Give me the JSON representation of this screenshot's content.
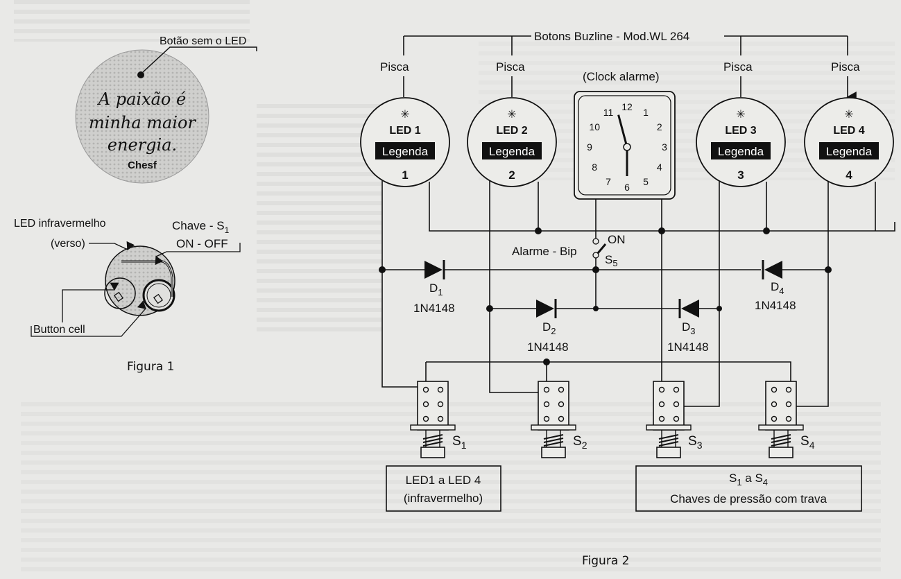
{
  "figure1": {
    "caption": "Figura 1",
    "front_button": {
      "label": "Botão sem o LED",
      "slogan_lines": [
        "A paixão é",
        "minha maior",
        "energia."
      ],
      "brand": "Chesf"
    },
    "back_button": {
      "led_label_line1": "LED infravermelho",
      "led_label_line2": "(verso)",
      "switch_label_line1": "Chave - S",
      "switch_label_sub": "1",
      "switch_label_line2": "ON - OFF",
      "cell_label": "Button cell"
    }
  },
  "figure2": {
    "caption": "Figura 2",
    "header_label": "Botons Buzline - Mod.WL 264",
    "clock_label": "(Clock alarme)",
    "clock_numbers": [
      "12",
      "1",
      "2",
      "3",
      "4",
      "5",
      "6",
      "7",
      "8",
      "9",
      "10",
      "11"
    ],
    "clock_time": {
      "hour": 11,
      "minute": 30
    },
    "leds": [
      {
        "pisca": "Pisca",
        "name": "LED 1",
        "legend": "Legenda",
        "number": "1"
      },
      {
        "pisca": "Pisca",
        "name": "LED 2",
        "legend": "Legenda",
        "number": "2"
      },
      {
        "pisca": "Pisca",
        "name": "LED 3",
        "legend": "Legenda",
        "number": "3"
      },
      {
        "pisca": "Pisca",
        "name": "LED 4",
        "legend": "Legenda",
        "number": "4"
      }
    ],
    "alarm_switch": {
      "label": "Alarme - Bip",
      "state": "ON",
      "name": "S",
      "sub": "5"
    },
    "diodes": [
      {
        "name": "D",
        "sub": "1",
        "part": "1N4148"
      },
      {
        "name": "D",
        "sub": "2",
        "part": "1N4148"
      },
      {
        "name": "D",
        "sub": "3",
        "part": "1N4148"
      },
      {
        "name": "D",
        "sub": "4",
        "part": "1N4148"
      }
    ],
    "switches": [
      {
        "name": "S",
        "sub": "1"
      },
      {
        "name": "S",
        "sub": "2"
      },
      {
        "name": "S",
        "sub": "3"
      },
      {
        "name": "S",
        "sub": "4"
      }
    ],
    "note_leds": {
      "line1": "LED1 a LED 4",
      "line2": "(infravermelho)"
    },
    "note_switches": {
      "name1": "S",
      "sub1": "1",
      "mid": " a ",
      "name2": "S",
      "sub2": "4",
      "line2": "Chaves de pressão com trava"
    }
  },
  "colors": {
    "ink": "#111111",
    "paper": "#e9e9e7",
    "button_fill": "#c8c8c6"
  }
}
